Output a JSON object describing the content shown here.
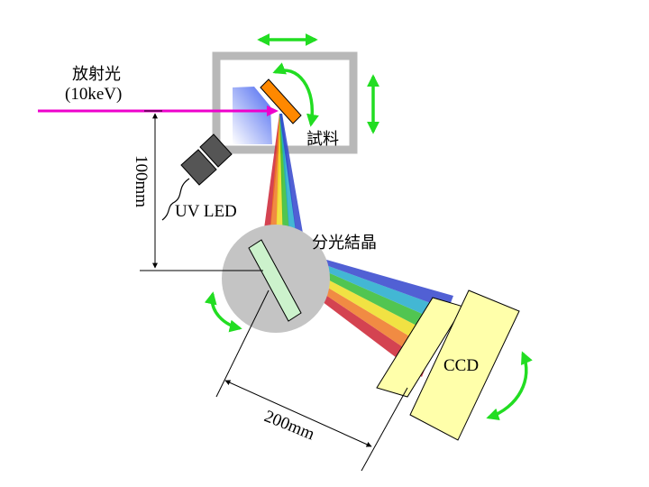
{
  "labels": {
    "radiation": "放射光",
    "energy": "(10keV)",
    "sample": "試料",
    "uv_led": "UV LED",
    "crystal": "分光結晶",
    "ccd": "CCD",
    "dim_vertical": "100mm",
    "dim_horizontal": "200mm"
  },
  "colors": {
    "beam": "#ee00cc",
    "arrow": "#22dd22",
    "frame": "#b8b8b8",
    "sample": "#ff8800",
    "crystal_disk": "#c4c4c4",
    "crystal_plate": "#ccf2cc",
    "ccd": "#ffffaa",
    "led": "#555555",
    "spectrum": [
      "#cc2233",
      "#ee7722",
      "#eedd22",
      "#33bb33",
      "#22aacc",
      "#3344cc"
    ]
  }
}
